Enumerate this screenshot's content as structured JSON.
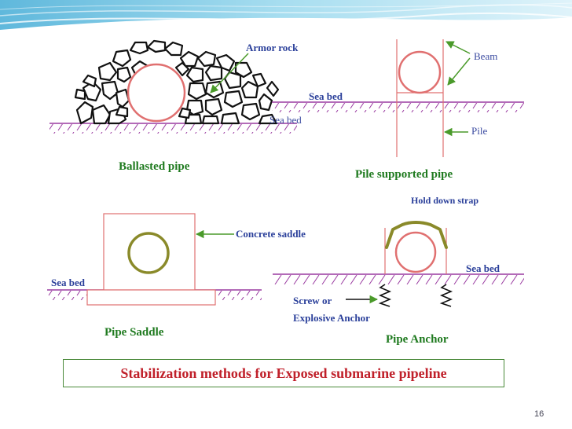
{
  "colors": {
    "pipe_red": "#e07070",
    "pipe_olive": "#8a8a2a",
    "seabed_purple": "#9a3aa0",
    "label_blue": "#2a3f9a",
    "title_green": "#1f7a1f",
    "caption_red": "#c0202a",
    "arrow_green": "#4a9a2a"
  },
  "icons": {
    "armor_rock": "rock-outline",
    "anchor": "screw-anchor-zigzag"
  },
  "labels": {
    "armor_rock": "Armor rock",
    "beam": "Beam",
    "sea_bed_1": "Sea bed",
    "sea_bed_2": "Sea bed",
    "pile": "Pile",
    "ballasted_pipe": "Ballasted pipe",
    "pile_supported_pipe": "Pile supported pipe",
    "hold_down_strap": "Hold down strap",
    "concrete_saddle": "Concrete saddle",
    "sea_bed_3": "Sea bed",
    "sea_bed_4": "Sea bed",
    "screw_or": "Screw or",
    "explosive_anchor": "Explosive Anchor",
    "pipe_saddle": "Pipe Saddle",
    "pipe_anchor": "Pipe Anchor"
  },
  "caption": "Stabilization methods for Exposed submarine pipeline",
  "page_number": "16"
}
